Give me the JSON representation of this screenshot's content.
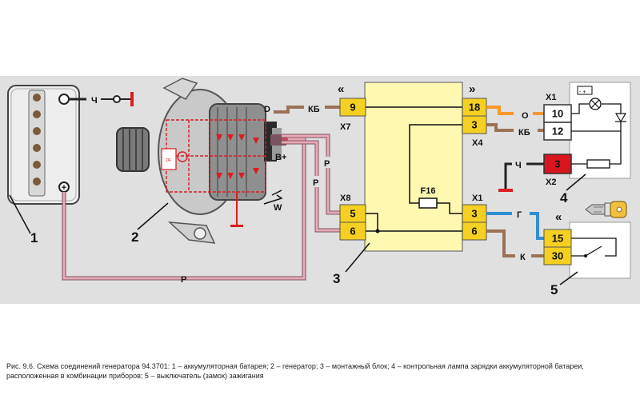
{
  "callouts": {
    "battery": "1",
    "generator": "2",
    "mount_block": "3",
    "lamp": "4",
    "ignition": "5"
  },
  "wire_colors": {
    "ch": "Ч",
    "r": "Р",
    "r2": "Р",
    "r3": "Р",
    "kb": "КБ",
    "kb2": "КБ",
    "o": "О",
    "g": "Г",
    "k": "К",
    "ch2": "Ч",
    "w": "W",
    "d": "D",
    "bplus": "B+"
  },
  "connectors": {
    "x7": "Х7",
    "x8": "Х8",
    "x1": "Х1",
    "x4": "Х4",
    "x1_lamp": "Х1",
    "x2": "Х2"
  },
  "pins": {
    "x7_9": "9",
    "x8_5": "5",
    "x8_6": "6",
    "x4_18": "18",
    "x4_3": "3",
    "x1_3": "3",
    "x1_6": "6",
    "lamp_10": "10",
    "lamp_12": "12",
    "lamp_3": "3",
    "sw_15": "15",
    "sw_30": "30"
  },
  "fuse": "F16",
  "arrows": {
    "left": "«",
    "right": "»",
    "sw": "«"
  },
  "caption": "Рис. 9.6. Схема соединений генератора 94.3701: 1 – аккумуляторная батарея; 2 – генератор; 3 – монтажный блок; 4 – контрольная лампа зарядки аккумуляторной батареи, расположенная в комбинации приборов; 5 – выключатель (замок) зажигания",
  "colors": {
    "background_panel": "#e0e0e0",
    "block": "#fff8b0",
    "pin": "#f5d020",
    "pin_red": "#d8151f",
    "wire_pink": "#e9a9b6",
    "wire_brown": "#9a7257",
    "wire_orange": "#f39a2a",
    "wire_blue": "#2f8fd1",
    "wire_black": "#222222",
    "red": "#d81e22"
  }
}
